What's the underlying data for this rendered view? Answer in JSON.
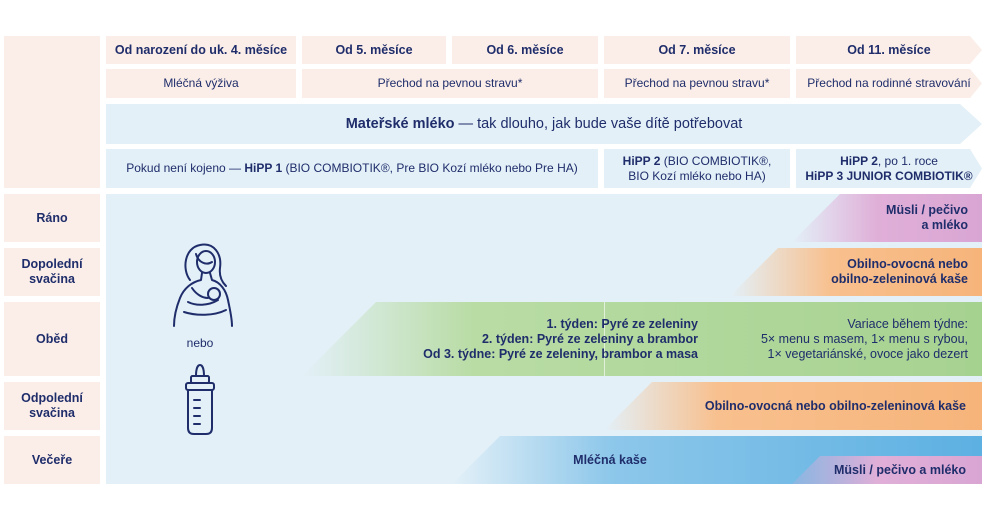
{
  "columns": {
    "col1": "Od narození do uk. 4. měsíce",
    "col2": "Od 5. měsíce",
    "col3": "Od 6. měsíce",
    "col4": "Od 7. měsíce",
    "col5": "Od 11. měsíce"
  },
  "phases": {
    "p1": "Mléčná výživa",
    "p2": "Přechod na pevnou stravu*",
    "p3": "Přechod na pevnou stravu*",
    "p4": "Přechod na rodinné stravování"
  },
  "breastmilk": {
    "bold": "Mateřské mléko",
    "rest": " — tak dlouho, jak bude vaše dítě potřebovat"
  },
  "formula": {
    "a_pre": "Pokud není kojeno — ",
    "a_bold": "HiPP 1",
    "a_post": " (BIO COMBIOTIK®, Pre BIO Kozí mléko nebo Pre HA)",
    "b_bold": "HiPP 2",
    "b_line1": " (BIO COMBIOTIK®,",
    "b_line2": "BIO Kozí mléko nebo HA)",
    "c_bold": "HiPP 2",
    "c_line1": ", po 1. roce",
    "c_line2": "HiPP 3 JUNIOR COMBIOTIK®"
  },
  "rows": {
    "morning": "Ráno",
    "am_snack": "Dopolední svačina",
    "lunch": "Oběd",
    "pm_snack": "Odpolední svačina",
    "dinner": "Večeře"
  },
  "middle": {
    "or": "nebo"
  },
  "bands": {
    "muesli_l1": "Müsli / pečivo",
    "muesli_l2": "a mléko",
    "porridge_l1": "Obilno-ovocná nebo",
    "porridge_l2": "obilno-zeleninová kaše",
    "lunch_l1": "1. týden: Pyré ze zeleniny",
    "lunch_l2": "2. týden: Pyré ze zeleniny a brambor",
    "lunch_l3": "Od 3. týdne: Pyré ze zeleniny, brambor a masa",
    "variety_l1": "Variace během týdne:",
    "variety_l2": "5× menu s masem, 1× menu s rybou,",
    "variety_l3": "1× vegetariánské, ovoce jako dezert",
    "pm_porridge": "Obilno-ovocná nebo obilno-zeleninová kaše",
    "milk_porridge": "Mléčná kaše",
    "dinner_muesli": "Müsli / pečivo a mléko"
  },
  "colors": {
    "navy": "#1f2d6b",
    "peach": "#fbeee8",
    "light_blue": "#e3f0f8",
    "pink": "#d9a6d3",
    "orange": "#f6b47a",
    "green": "#a6d290",
    "blue": "#5cb0e2"
  }
}
